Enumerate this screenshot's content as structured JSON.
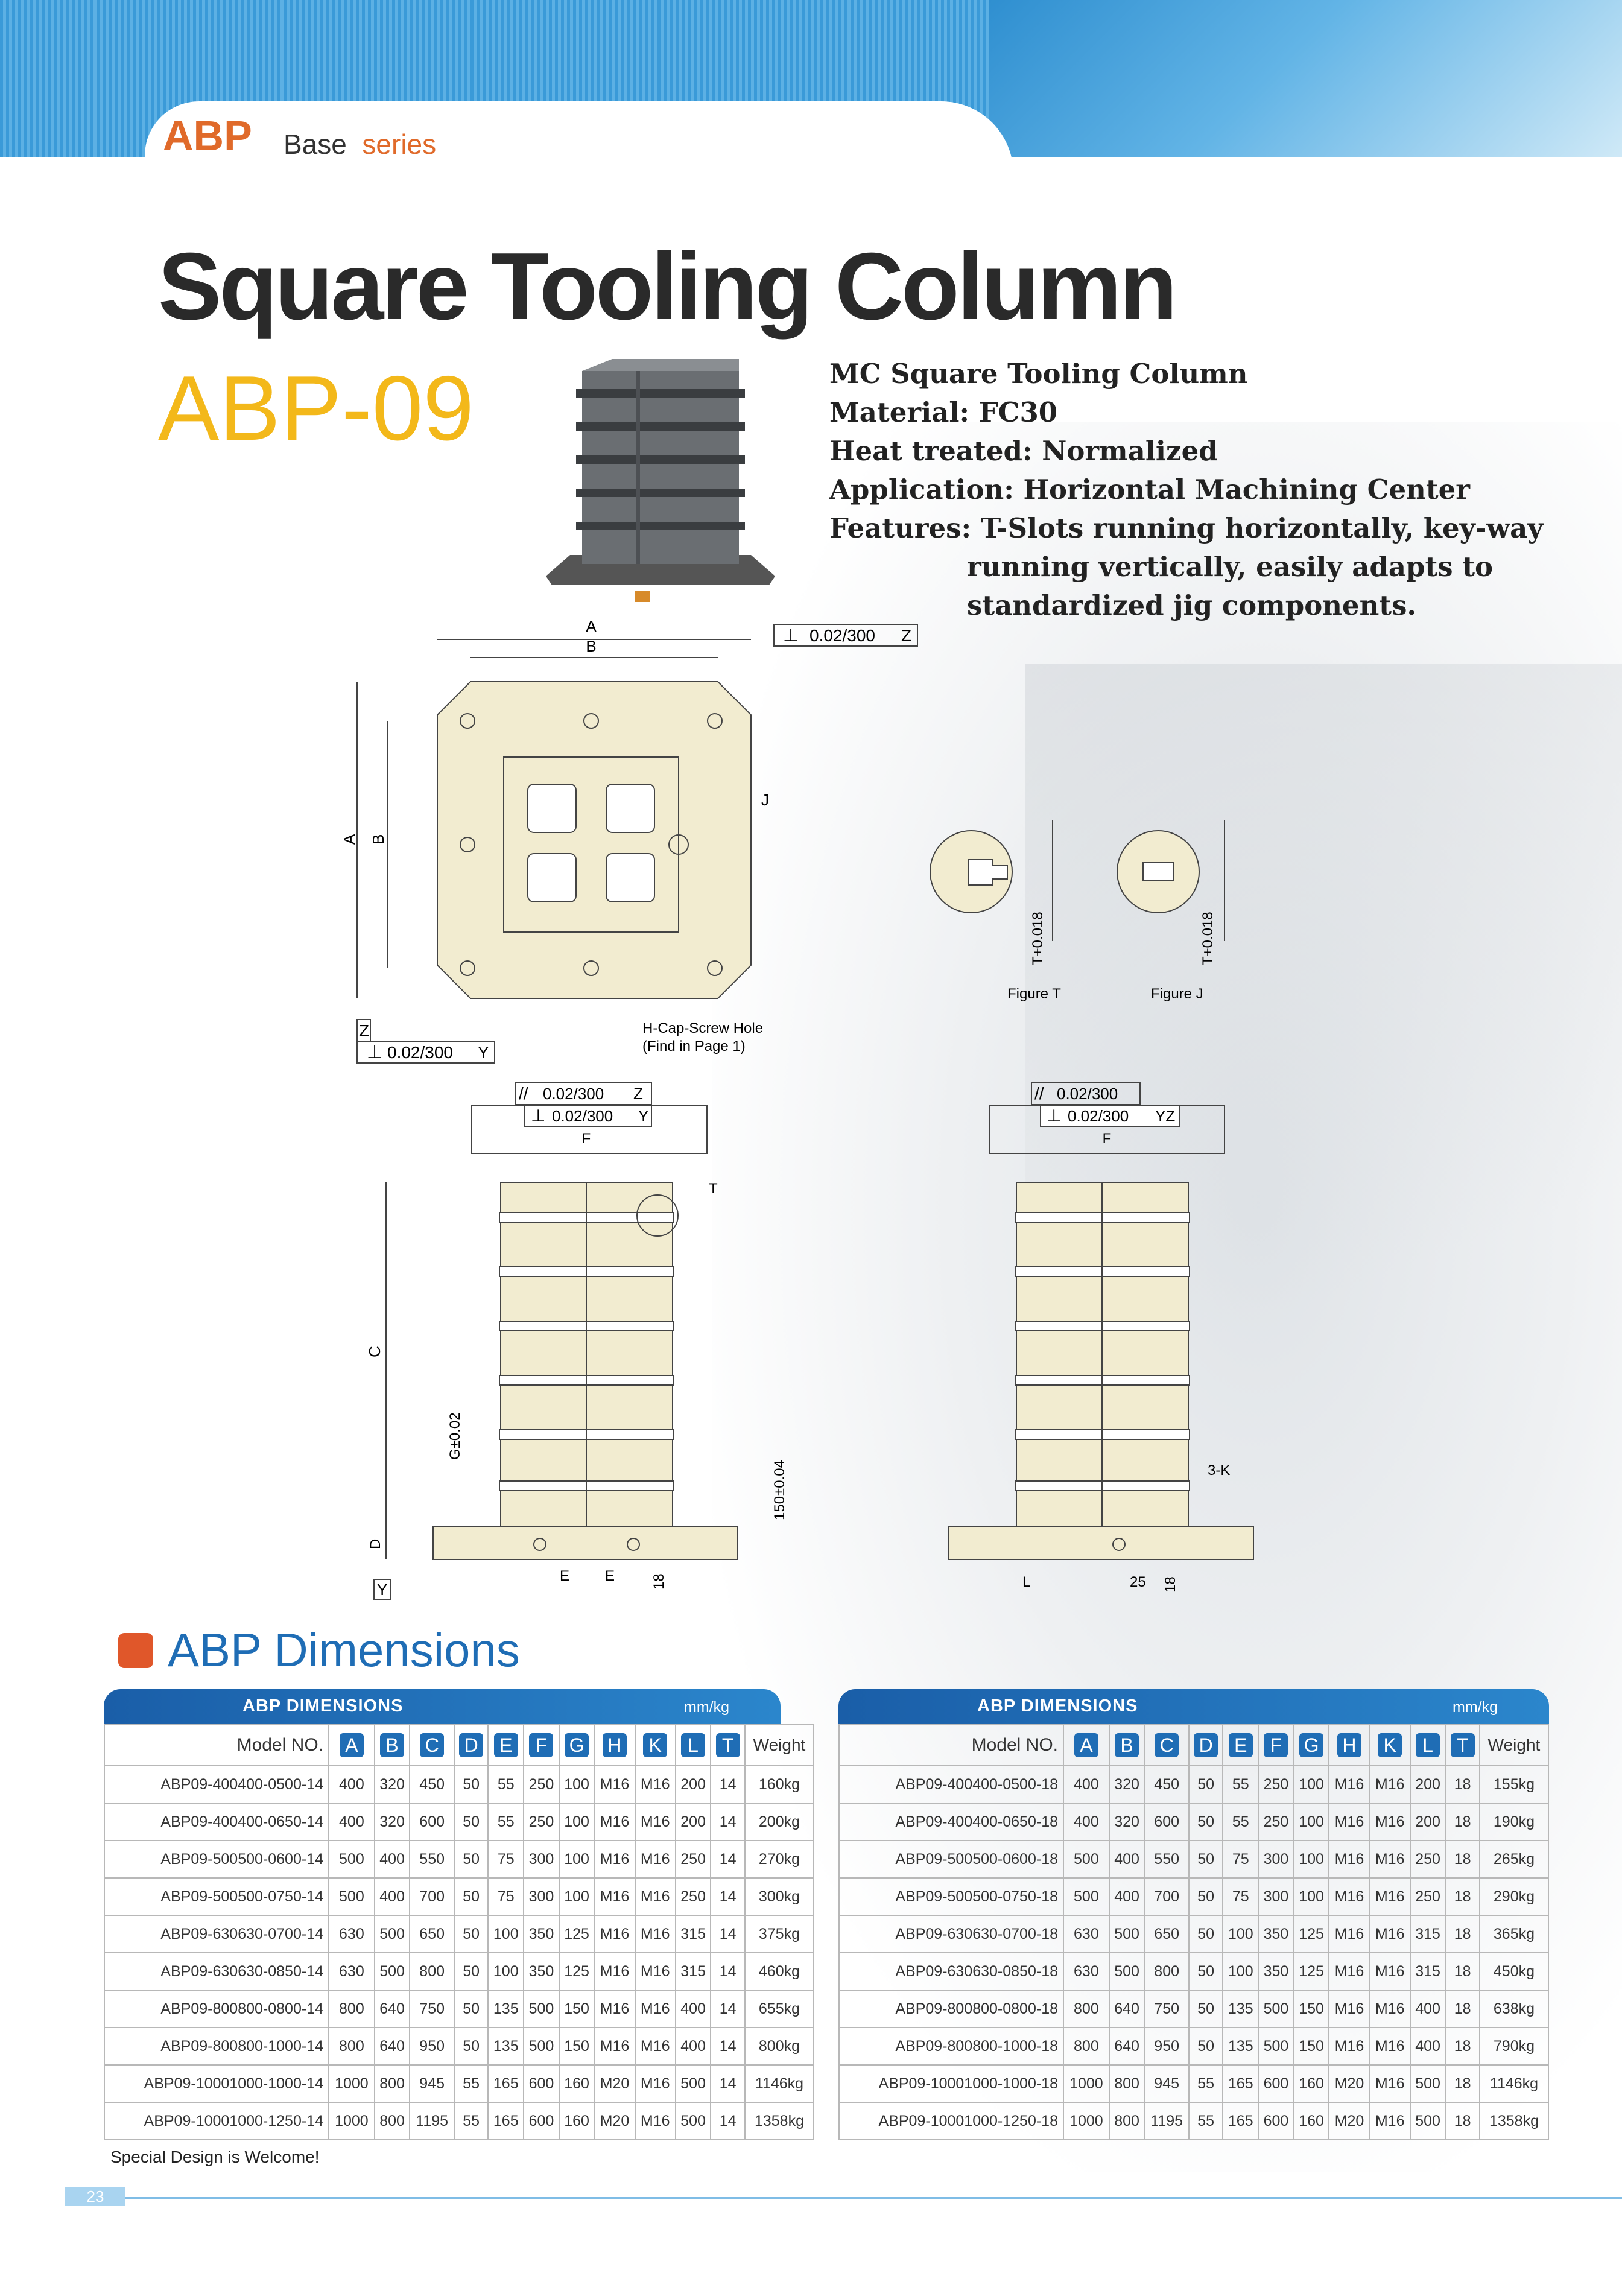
{
  "header": {
    "brand": "ABP",
    "base": "Base",
    "series": "series"
  },
  "title": "Square Tooling Column",
  "model": "ABP-09",
  "specs": [
    "MC Square Tooling Column",
    "Material: FC30",
    "Heat treated: Normalized",
    "Application: Horizontal Machining Center",
    "Features: T-Slots running horizontally, key-way",
    "running vertically, easily adapts to",
    "standardized jig components."
  ],
  "diagram": {
    "a": "A",
    "b": "B",
    "c": "C",
    "d": "D",
    "e": "E",
    "f": "F",
    "g": "G±0.02",
    "j": "J",
    "t": "T",
    "l": "L",
    "z": "Z",
    "y": "Y",
    "yz": "YZ",
    "tol_z": "0.02/300",
    "tol_y": "0.02/300",
    "perp": "⊥",
    "par": "//",
    "hcap": "H-Cap-Screw Hole",
    "hcap2": "(Find in Page 1)",
    "fig_t": "Figure T",
    "fig_j": "Figure J",
    "tol_t": "T+0.018",
    "dim_150": "150±0.04",
    "dim_18": "18",
    "dim_25": "25",
    "k3": "3-K"
  },
  "dims_heading": "ABP Dimensions",
  "table_bar": {
    "title": "ABP DIMENSIONS",
    "unit": "mm/kg"
  },
  "table_head": {
    "model": "Model NO.",
    "letters": [
      "A",
      "B",
      "C",
      "D",
      "E",
      "F",
      "G",
      "H",
      "K",
      "L",
      "T"
    ],
    "weight": "Weight"
  },
  "table_left": [
    [
      "ABP09-400400-0500-14",
      "400",
      "320",
      "450",
      "50",
      "55",
      "250",
      "100",
      "M16",
      "M16",
      "200",
      "14",
      "160kg"
    ],
    [
      "ABP09-400400-0650-14",
      "400",
      "320",
      "600",
      "50",
      "55",
      "250",
      "100",
      "M16",
      "M16",
      "200",
      "14",
      "200kg"
    ],
    [
      "ABP09-500500-0600-14",
      "500",
      "400",
      "550",
      "50",
      "75",
      "300",
      "100",
      "M16",
      "M16",
      "250",
      "14",
      "270kg"
    ],
    [
      "ABP09-500500-0750-14",
      "500",
      "400",
      "700",
      "50",
      "75",
      "300",
      "100",
      "M16",
      "M16",
      "250",
      "14",
      "300kg"
    ],
    [
      "ABP09-630630-0700-14",
      "630",
      "500",
      "650",
      "50",
      "100",
      "350",
      "125",
      "M16",
      "M16",
      "315",
      "14",
      "375kg"
    ],
    [
      "ABP09-630630-0850-14",
      "630",
      "500",
      "800",
      "50",
      "100",
      "350",
      "125",
      "M16",
      "M16",
      "315",
      "14",
      "460kg"
    ],
    [
      "ABP09-800800-0800-14",
      "800",
      "640",
      "750",
      "50",
      "135",
      "500",
      "150",
      "M16",
      "M16",
      "400",
      "14",
      "655kg"
    ],
    [
      "ABP09-800800-1000-14",
      "800",
      "640",
      "950",
      "50",
      "135",
      "500",
      "150",
      "M16",
      "M16",
      "400",
      "14",
      "800kg"
    ],
    [
      "ABP09-10001000-1000-14",
      "1000",
      "800",
      "945",
      "55",
      "165",
      "600",
      "160",
      "M20",
      "M16",
      "500",
      "14",
      "1146kg"
    ],
    [
      "ABP09-10001000-1250-14",
      "1000",
      "800",
      "1195",
      "55",
      "165",
      "600",
      "160",
      "M20",
      "M16",
      "500",
      "14",
      "1358kg"
    ]
  ],
  "table_right": [
    [
      "ABP09-400400-0500-18",
      "400",
      "320",
      "450",
      "50",
      "55",
      "250",
      "100",
      "M16",
      "M16",
      "200",
      "18",
      "155kg"
    ],
    [
      "ABP09-400400-0650-18",
      "400",
      "320",
      "600",
      "50",
      "55",
      "250",
      "100",
      "M16",
      "M16",
      "200",
      "18",
      "190kg"
    ],
    [
      "ABP09-500500-0600-18",
      "500",
      "400",
      "550",
      "50",
      "75",
      "300",
      "100",
      "M16",
      "M16",
      "250",
      "18",
      "265kg"
    ],
    [
      "ABP09-500500-0750-18",
      "500",
      "400",
      "700",
      "50",
      "75",
      "300",
      "100",
      "M16",
      "M16",
      "250",
      "18",
      "290kg"
    ],
    [
      "ABP09-630630-0700-18",
      "630",
      "500",
      "650",
      "50",
      "100",
      "350",
      "125",
      "M16",
      "M16",
      "315",
      "18",
      "365kg"
    ],
    [
      "ABP09-630630-0850-18",
      "630",
      "500",
      "800",
      "50",
      "100",
      "350",
      "125",
      "M16",
      "M16",
      "315",
      "18",
      "450kg"
    ],
    [
      "ABP09-800800-0800-18",
      "800",
      "640",
      "750",
      "50",
      "135",
      "500",
      "150",
      "M16",
      "M16",
      "400",
      "18",
      "638kg"
    ],
    [
      "ABP09-800800-1000-18",
      "800",
      "640",
      "950",
      "50",
      "135",
      "500",
      "150",
      "M16",
      "M16",
      "400",
      "18",
      "790kg"
    ],
    [
      "ABP09-10001000-1000-18",
      "1000",
      "800",
      "945",
      "55",
      "165",
      "600",
      "160",
      "M20",
      "M16",
      "500",
      "18",
      "1146kg"
    ],
    [
      "ABP09-10001000-1250-18",
      "1000",
      "800",
      "1195",
      "55",
      "165",
      "600",
      "160",
      "M20",
      "M16",
      "500",
      "18",
      "1358kg"
    ]
  ],
  "special": "Special Design is Welcome!",
  "page_number": "23"
}
